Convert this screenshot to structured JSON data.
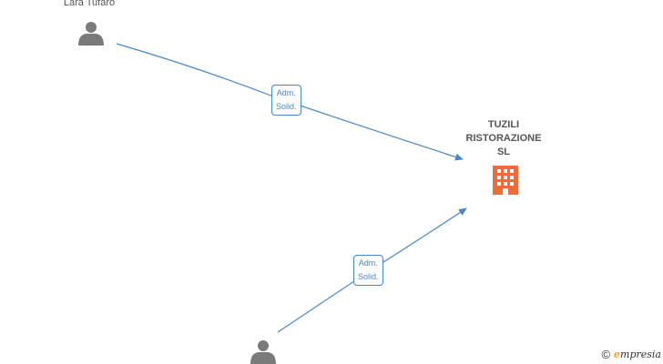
{
  "nodes": {
    "person_top": {
      "name": "Lara Tufaro"
    },
    "person_bottom": {
      "name": ""
    },
    "company": {
      "name_lines": [
        "TUZILI",
        "RISTORAZIONE",
        "SL"
      ]
    }
  },
  "edges": [
    {
      "from": "person_top",
      "to": "company",
      "label_lines": [
        "Adm.",
        "Solid."
      ]
    },
    {
      "from": "person_bottom",
      "to": "company",
      "label_lines": [
        "Adm.",
        "Solid."
      ]
    }
  ],
  "colors": {
    "edge": "#4a86c8",
    "person_icon": "#7a7a7a",
    "company_icon": "#f26a3b"
  },
  "watermark": {
    "copyright_symbol": "©",
    "brand_initial": "e",
    "brand_rest": "mpresia"
  }
}
